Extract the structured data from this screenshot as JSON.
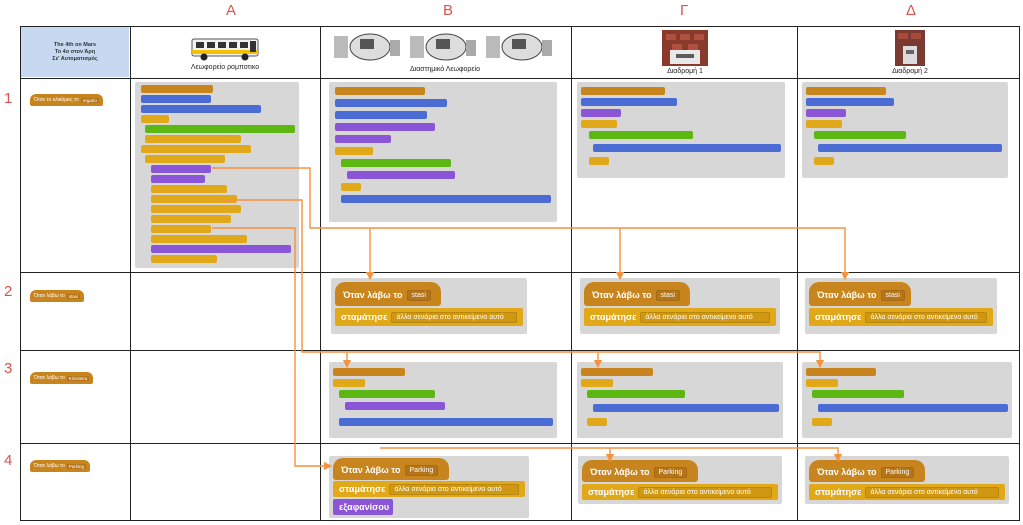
{
  "columns": [
    "A",
    "B",
    "Γ",
    "Δ"
  ],
  "rows": [
    "1",
    "2",
    "3",
    "4"
  ],
  "corner": {
    "line1": "The 4th on Mars",
    "line2": "Το 4ο στον Άρη",
    "line3": "Σε' Αυτοματισμός"
  },
  "captions": {
    "a": "Λεωφορείο ρομποτικο",
    "b": "Διαστημικό Λεωφορείο",
    "c": "Διαδρομή 1",
    "d": "Διαδρομή 2"
  },
  "left_hats": {
    "r1_label": "Όταν το κλικάρεις το",
    "r1_value": "σημαία",
    "r2_label": "Όταν λάβω το",
    "r2_value": "stasi",
    "r3_label": "Όταν λάβω το",
    "r3_value": "Kinisteira",
    "r4_label": "Όταν λάβω το",
    "r4_value": "Parking"
  },
  "receive_stasi": {
    "hat_label": "Όταν λάβω το",
    "hat_value": "stasi",
    "broadcast_label": "σταμάτησε",
    "broadcast_value": "άλλα σενάρια στο αντικείμενο αυτό"
  },
  "receive_parking": {
    "hat_label": "Όταν λάβω το",
    "hat_value": "Parking",
    "broadcast_label": "σταμάτησε",
    "broadcast_value": "άλλα σενάρια στο αντικείμενο αυτό",
    "hide_label": "εξαφανίσου"
  },
  "colors": {
    "accent_red": "#d9534f",
    "arrow_orange": "#f5923e",
    "header_blue": "#c6d9f1",
    "events": "#c8851d",
    "control": "#e1a91a",
    "motion": "#4a6cd4",
    "looks": "#8a55d7",
    "operators": "#5cb712"
  }
}
